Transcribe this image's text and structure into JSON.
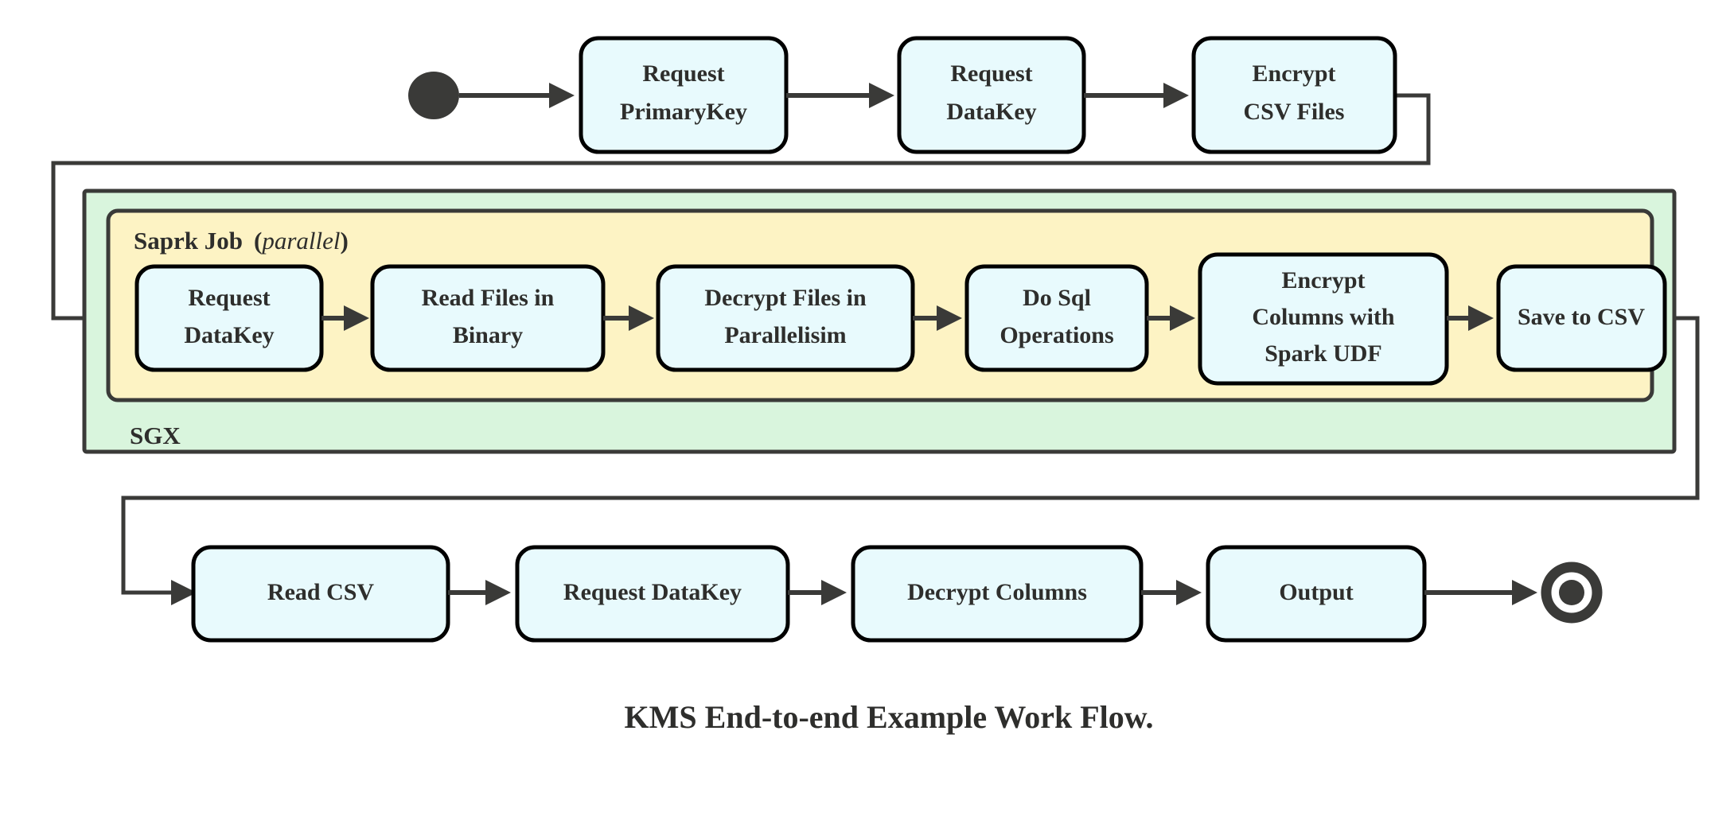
{
  "diagram": {
    "caption": "KMS End-to-end Example Work Flow.",
    "colors": {
      "node_fill": "#e8fafd",
      "node_stroke": "#000000",
      "sgx_fill": "#d9f5dd",
      "spark_fill": "#fdf3c4",
      "edge": "#3a3a38",
      "text": "#2e2e2c",
      "background": "#ffffff"
    },
    "markers": {
      "start": "filled-circle-start-node",
      "end": "bullseye-final-node"
    },
    "containers": [
      {
        "id": "sgx",
        "label": "SGX",
        "label_position": "bottom-left",
        "fill": "#d9f5dd"
      },
      {
        "id": "spark-job",
        "label": "Saprk Job",
        "label_suffix": "(parallel)",
        "label_suffix_italic": "parallel",
        "label_position": "top-left",
        "fill": "#fdf3c4"
      }
    ],
    "rows": [
      {
        "id": "top-row",
        "nodes": [
          {
            "id": "request-primarykey",
            "lines": [
              "Request",
              "PrimaryKey"
            ]
          },
          {
            "id": "request-datakey-top",
            "lines": [
              "Request",
              "DataKey"
            ]
          },
          {
            "id": "encrypt-csv-files",
            "lines": [
              "Encrypt",
              "CSV Files"
            ]
          }
        ]
      },
      {
        "id": "spark-row",
        "nodes": [
          {
            "id": "request-datakey-spark",
            "lines": [
              "Request",
              "DataKey"
            ]
          },
          {
            "id": "read-files-binary",
            "lines": [
              "Read Files in",
              "Binary"
            ]
          },
          {
            "id": "decrypt-files-parallel",
            "lines": [
              "Decrypt Files in",
              "Parallelisim"
            ]
          },
          {
            "id": "do-sql-operations",
            "lines": [
              "Do Sql",
              "Operations"
            ]
          },
          {
            "id": "encrypt-columns-udf",
            "lines": [
              "Encrypt",
              "Columns with",
              "Spark UDF"
            ]
          },
          {
            "id": "save-to-csv",
            "lines": [
              "Save to CSV"
            ]
          }
        ]
      },
      {
        "id": "bottom-row",
        "nodes": [
          {
            "id": "read-csv",
            "lines": [
              "Read CSV"
            ]
          },
          {
            "id": "request-datakey-bottom",
            "lines": [
              "Request DataKey"
            ]
          },
          {
            "id": "decrypt-columns",
            "lines": [
              "Decrypt Columns"
            ]
          },
          {
            "id": "output",
            "lines": [
              "Output"
            ]
          }
        ]
      }
    ]
  }
}
